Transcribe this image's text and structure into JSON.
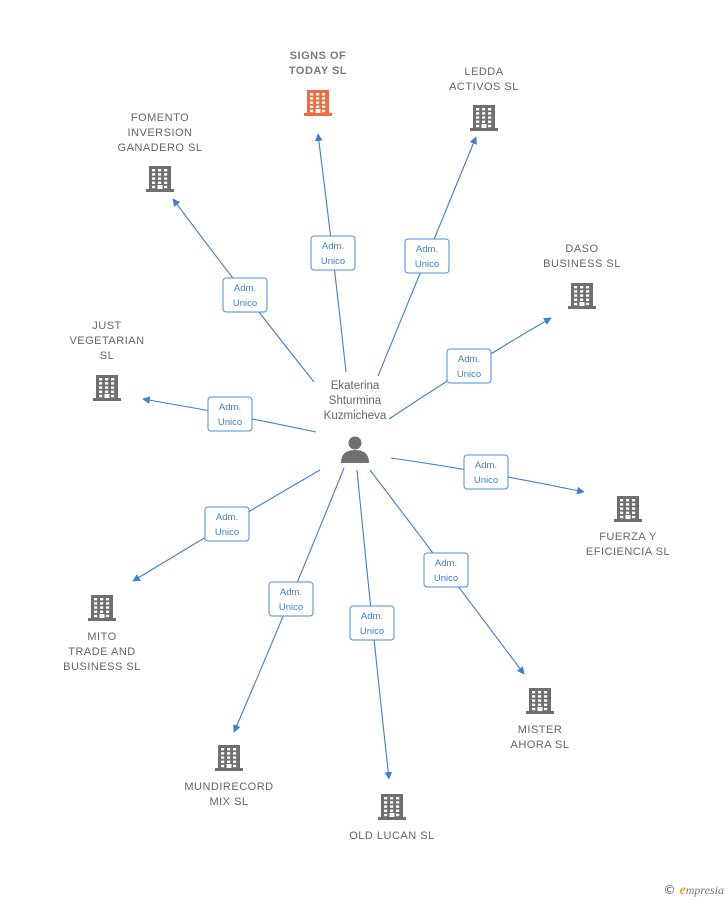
{
  "center": {
    "name_lines": [
      "Ekaterina",
      "Shturmina",
      "Kuzmicheva"
    ],
    "icon": "person-icon"
  },
  "edge_label_lines": [
    "Adm.",
    "Unico"
  ],
  "companies": [
    {
      "id": "signs-of-today",
      "lines": [
        "SIGNS OF",
        "TODAY  SL"
      ],
      "highlight": true
    },
    {
      "id": "ledda-activos",
      "lines": [
        "LEDDA",
        "ACTIVOS  SL"
      ],
      "highlight": false
    },
    {
      "id": "fomento-inversion-ganadero",
      "lines": [
        "FOMENTO",
        "INVERSION",
        "GANADERO  SL"
      ],
      "highlight": false
    },
    {
      "id": "daso-business",
      "lines": [
        "DASO",
        "BUSINESS  SL"
      ],
      "highlight": false
    },
    {
      "id": "just-vegetarian",
      "lines": [
        "JUST",
        "VEGETARIAN",
        "SL"
      ],
      "highlight": false
    },
    {
      "id": "fuerza-y-eficiencia",
      "lines": [
        "FUERZA Y",
        "EFICIENCIA  SL"
      ],
      "highlight": false
    },
    {
      "id": "mito-trade-and-business",
      "lines": [
        "MITO",
        "TRADE AND",
        "BUSINESS  SL"
      ],
      "highlight": false
    },
    {
      "id": "mister-ahora",
      "lines": [
        "MISTER",
        "AHORA  SL"
      ],
      "highlight": false
    },
    {
      "id": "mundirecord-mix",
      "lines": [
        "MUNDIRECORD",
        "MIX  SL"
      ],
      "highlight": false
    },
    {
      "id": "old-lucan",
      "lines": [
        "OLD LUCAN  SL"
      ],
      "highlight": false
    }
  ],
  "colors": {
    "building": "#6f6f6f",
    "building_highlight": "#f26a3d",
    "person": "#6f6f6f",
    "edge": "#3d7fcf"
  },
  "footer": {
    "copyright_symbol": "©",
    "brand_initial": "e",
    "brand_rest": "mpresia"
  }
}
